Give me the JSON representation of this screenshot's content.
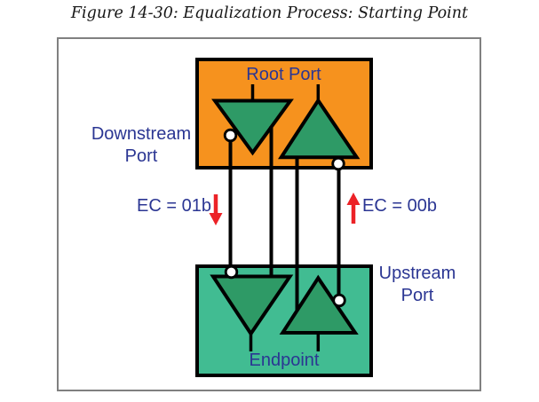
{
  "title": "Figure 14-30: Equalization Process: Starting Point",
  "labels": {
    "root_port": "Root Port",
    "endpoint": "Endpoint",
    "downstream_line1": "Downstream",
    "downstream_line2": "Port",
    "upstream_line1": "Upstream",
    "upstream_line2": "Port",
    "ec_downstream": "EC = 01b",
    "ec_upstream": "EC = 00b"
  },
  "colors": {
    "root_port_box": "#F6921E",
    "endpoint_box": "#41BC92",
    "triangle_green": "#2E9A66",
    "label_blue": "#2B3693",
    "arrow_red": "#EC2227",
    "wire_black": "#000000",
    "frame_border": "#808080",
    "node_white": "#FFFFFF"
  },
  "icons": {
    "ec_downstream_arrow": "red-down-arrow",
    "ec_upstream_arrow": "red-up-arrow",
    "transmitter_symbol": "down-triangle-buffer",
    "receiver_symbol": "up-triangle-buffer",
    "connection_node": "white-circle-pin"
  }
}
